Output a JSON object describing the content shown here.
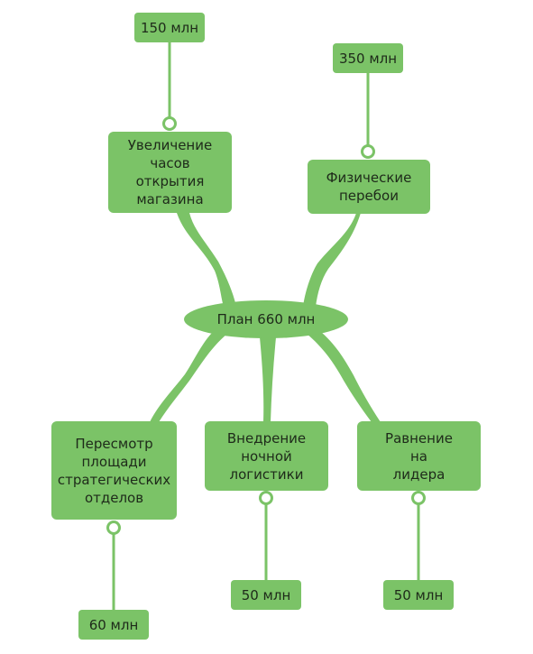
{
  "center": {
    "label": "План 660 млн"
  },
  "branches": [
    {
      "label": "Увеличение\nчасов открытия\nмагазина",
      "value": "150 млн"
    },
    {
      "label": "Физические\nперебои",
      "value": "350 млн"
    },
    {
      "label": "Пересмотр\nплощади\nстратегических\nотделов",
      "value": "60 млн"
    },
    {
      "label": "Внедрение\nночной\nлогистики",
      "value": "50 млн"
    },
    {
      "label": "Равнение\nна\nлидера",
      "value": "50 млн"
    }
  ],
  "colors": {
    "fill": "#7bc367",
    "line": "#7bc367"
  }
}
